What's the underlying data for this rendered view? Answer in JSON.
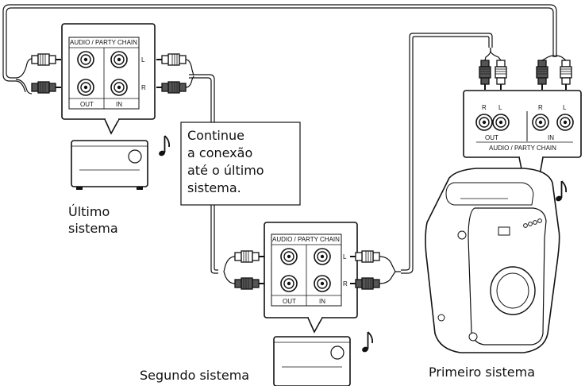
{
  "labels": {
    "panel_title": "AUDIO / PARTY CHAIN",
    "out": "OUT",
    "in": "IN",
    "left": "L",
    "right": "R"
  },
  "note": {
    "line1": "Continue",
    "line2": "a conexão",
    "line3": "até o último",
    "line4": "sistema."
  },
  "captions": {
    "last_line1": "Último",
    "last_line2": "sistema",
    "second": "Segundo sistema",
    "first": "Primeiro sistema"
  },
  "icons": [
    "music-note-icon",
    "rca-plug-icon",
    "rca-jack-icon"
  ]
}
